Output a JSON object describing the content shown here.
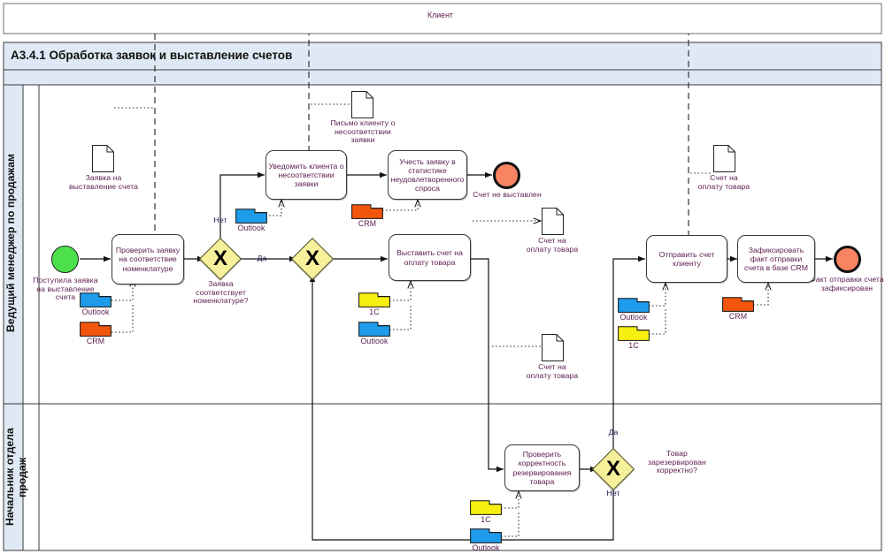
{
  "diagram": {
    "title": "A3.4.1 Обработка заявок и выставление счетов",
    "client_pool_label": "Клиент",
    "lanes": [
      {
        "id": "lane-manager",
        "label": "Ведущий менеджер по продажам"
      },
      {
        "id": "lane-head",
        "label": "Начальник отдела продаж"
      }
    ],
    "colors": {
      "start_event": "#4ce04c",
      "end_event": "#f98463",
      "gateway": "#f7f09a",
      "title_bar": "#dfe9f5",
      "text": "#5b1b4e",
      "outlook": "#1e9bea",
      "crm": "#f2560c",
      "onec": "#f7ef10"
    },
    "events": [
      {
        "id": "start-1",
        "type": "start",
        "label": "Поступила заявка на выставление счета"
      },
      {
        "id": "end-1",
        "type": "end",
        "label": "Счет не выставлен"
      },
      {
        "id": "end-2",
        "type": "end",
        "label": "Факт отправки счета зафиксирован"
      }
    ],
    "tasks": [
      {
        "id": "task-check-nomenclature",
        "label": "Проверить заявку на соответствие номенклатуре"
      },
      {
        "id": "task-notify-client",
        "label": "Уведомить клиента о несоответствии заявки"
      },
      {
        "id": "task-record-statistics",
        "label": "Учесть заявку в статистике неудовлетворенного спроса"
      },
      {
        "id": "task-issue-invoice",
        "label": "Выставить счет на оплату товара"
      },
      {
        "id": "task-send-invoice",
        "label": "Отправить счет клиенту"
      },
      {
        "id": "task-record-crm",
        "label": "Зафиксировать факт отправки счета в базе CRM"
      },
      {
        "id": "task-check-reservation",
        "label": "Проверить корректность резервирования товара"
      }
    ],
    "gateways": [
      {
        "id": "gw-nomenclature",
        "label": "Заявка соответствует номенклатуре?",
        "marker": "X"
      },
      {
        "id": "gw-merge",
        "label": "",
        "marker": "X"
      },
      {
        "id": "gw-reservation",
        "label": "Товар зарезервирован корректно?",
        "marker": "X"
      }
    ],
    "flow_labels": [
      {
        "id": "flow-no-1",
        "text": "Нет"
      },
      {
        "id": "flow-yes-1",
        "text": "Да"
      },
      {
        "id": "flow-yes-2",
        "text": "Да"
      },
      {
        "id": "flow-no-2",
        "text": "Нет"
      }
    ],
    "data_objects": [
      {
        "id": "doc-request-invoice",
        "label": "Заявка на выставление счета"
      },
      {
        "id": "doc-letter-mismatch",
        "label": "Письмо клиенту о несоответствии заявки"
      },
      {
        "id": "doc-invoice-top",
        "label": "Счет на оплату товара"
      },
      {
        "id": "doc-invoice-right",
        "label": "Счет на оплату товара"
      },
      {
        "id": "doc-invoice-mid",
        "label": "Счет на оплату товара"
      }
    ],
    "systems": [
      {
        "id": "sys-outlook-1",
        "label": "Outlook",
        "color": "outlook"
      },
      {
        "id": "sys-crm-1",
        "label": "CRM",
        "color": "crm"
      },
      {
        "id": "sys-outlook-2",
        "label": "Outlook",
        "color": "outlook"
      },
      {
        "id": "sys-crm-2",
        "label": "CRM",
        "color": "crm"
      },
      {
        "id": "sys-1c-1",
        "label": "1С",
        "color": "onec"
      },
      {
        "id": "sys-outlook-3",
        "label": "Outlook",
        "color": "outlook"
      },
      {
        "id": "sys-outlook-4",
        "label": "Outlook",
        "color": "outlook"
      },
      {
        "id": "sys-1c-2",
        "label": "1С",
        "color": "onec"
      },
      {
        "id": "sys-crm-3",
        "label": "CRM",
        "color": "crm"
      },
      {
        "id": "sys-1c-3",
        "label": "1С",
        "color": "onec"
      },
      {
        "id": "sys-outlook-5",
        "label": "Outlook",
        "color": "outlook"
      }
    ]
  }
}
